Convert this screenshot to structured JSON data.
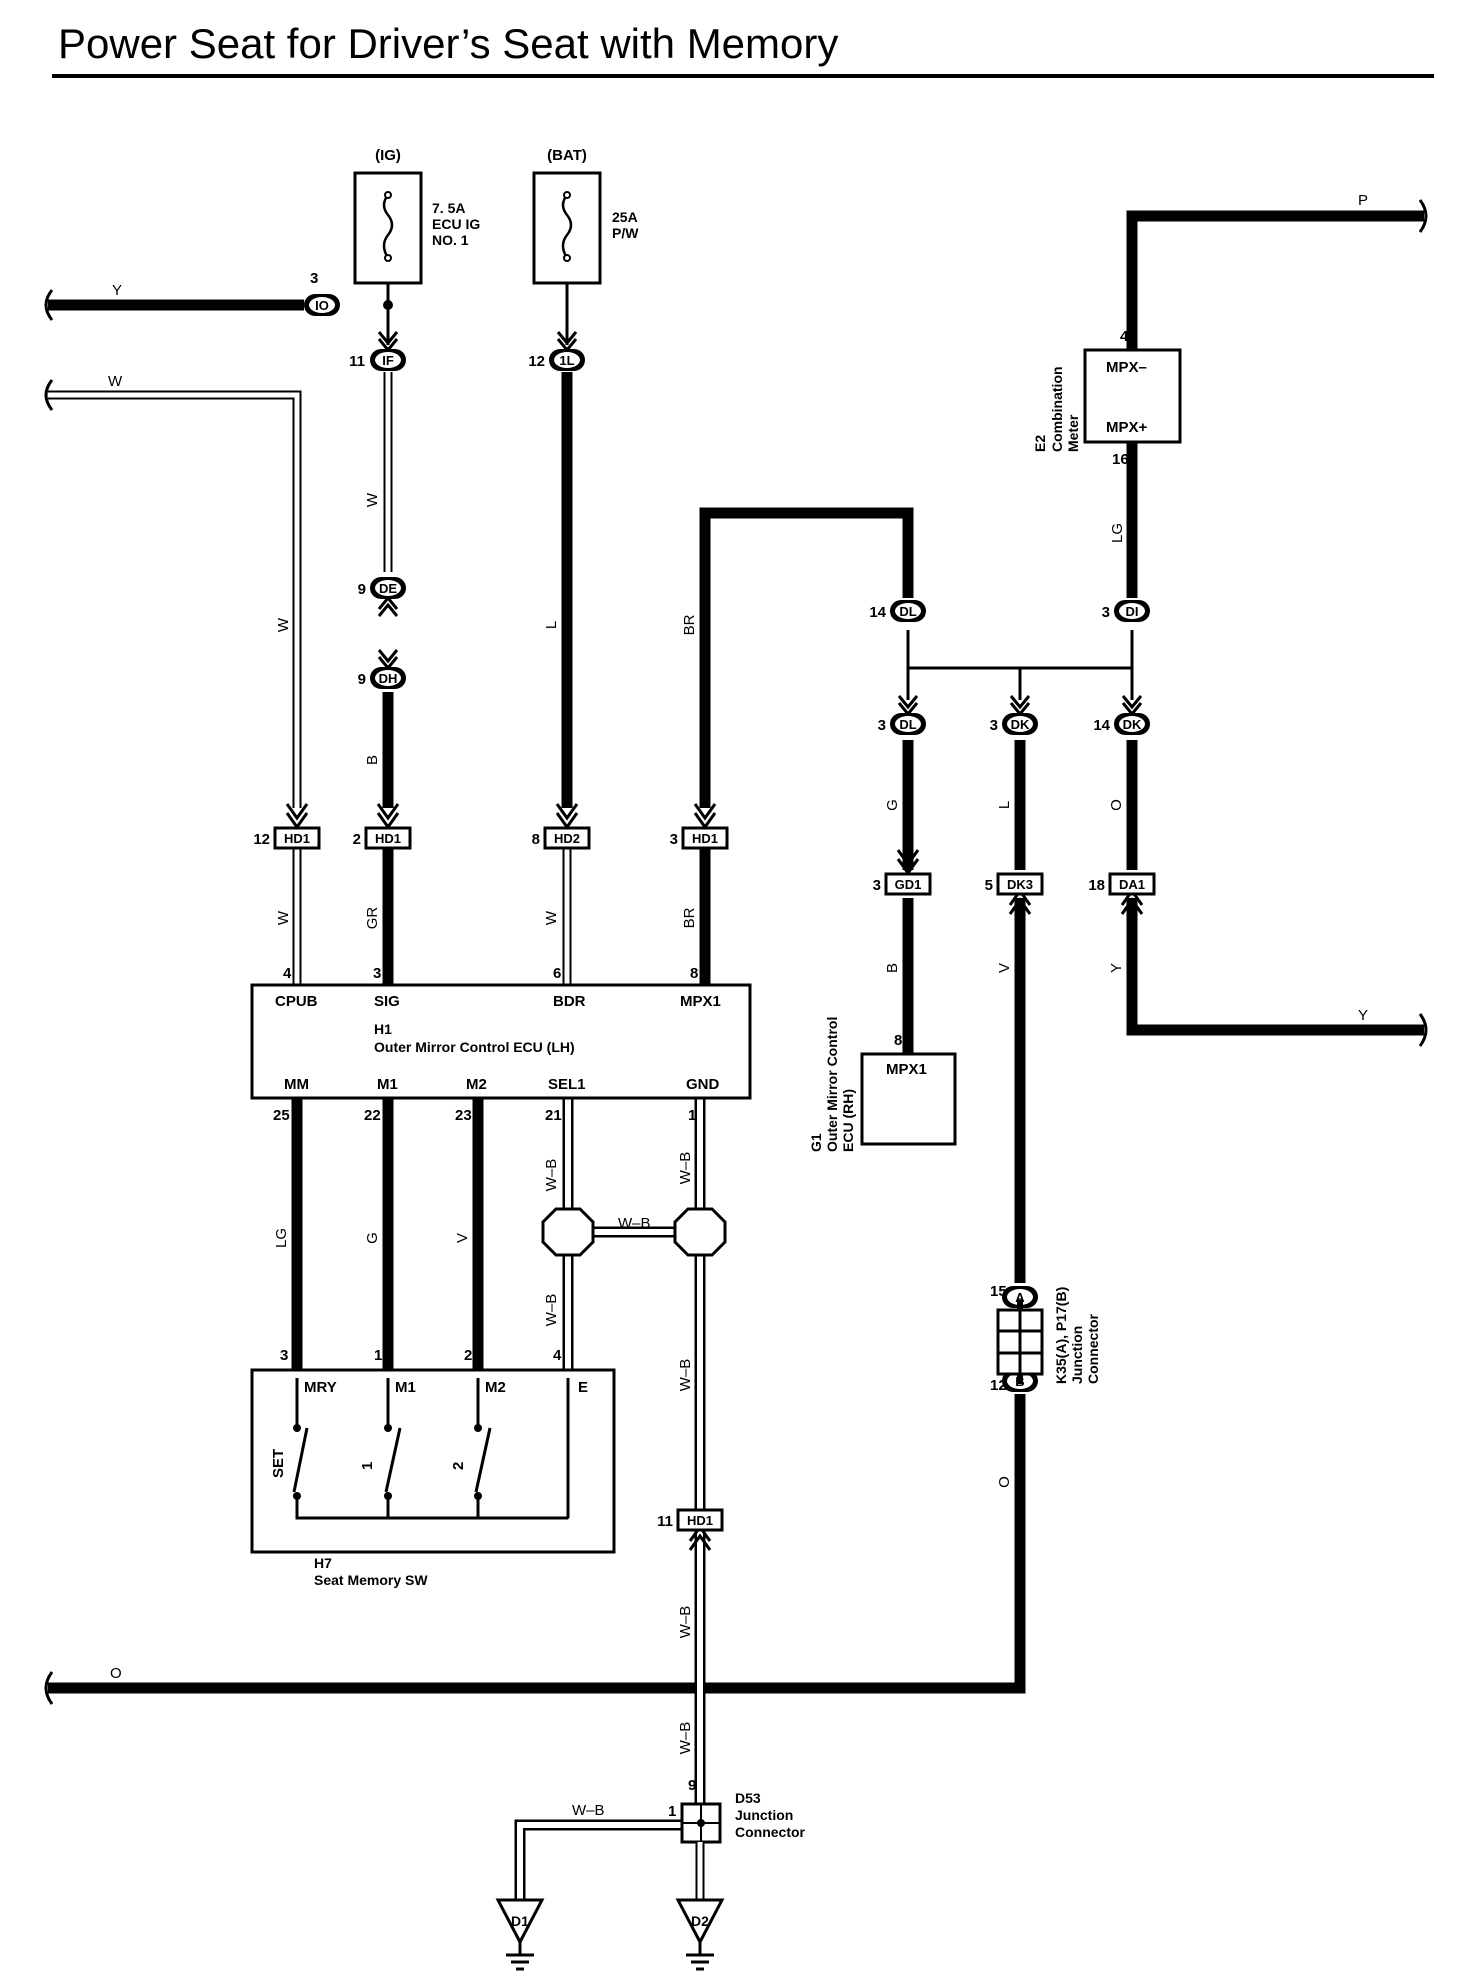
{
  "title": "Power Seat for Driver’s Seat with Memory",
  "power_sources": {
    "ig": "(IG)",
    "bat": "(BAT)"
  },
  "fuses": {
    "ecu_ig_rating": "7. 5A",
    "ecu_ig_name_1": "ECU IG",
    "ecu_ig_name_2": "NO. 1",
    "pw_rating": "25A",
    "pw_name": "P/W"
  },
  "connectors": {
    "IO": "IO",
    "IF": "IF",
    "IL": "1L",
    "DE": "DE",
    "DH": "DH",
    "DL": "DL",
    "DI": "DI",
    "DK": "DK",
    "HD1": "HD1",
    "HD2": "HD2",
    "GD1": "GD1",
    "DK3": "DK3",
    "DA1": "DA1",
    "A": "A",
    "B": "B",
    "D1": "D1",
    "D2": "D2"
  },
  "pins": {
    "io": "3",
    "if": "11",
    "il": "12",
    "de": "9",
    "dh": "9",
    "dl_top": "14",
    "di": "3",
    "dl_bot": "3",
    "dk_mid": "3",
    "dk_right": "14",
    "hd1_w": "12",
    "hd1_b": "2",
    "hd2": "8",
    "hd1_br": "3",
    "gd1": "3",
    "dk3": "5",
    "da1": "18",
    "meter_mpxm": "4",
    "meter_mpxp": "16",
    "cpub": "4",
    "sig": "3",
    "bdr": "6",
    "mpx1": "8",
    "mm": "25",
    "m1": "22",
    "m2": "23",
    "sel1": "21",
    "gnd": "1",
    "sw_mry": "3",
    "sw_m1": "1",
    "sw_m2": "2",
    "sw_e": "4",
    "g1_mpx1": "8",
    "jc_a": "15",
    "jc_b": "12",
    "hd1_gnd": "11",
    "d53_9": "9",
    "d53_1": "1"
  },
  "wire_colors": {
    "y_left": "Y",
    "w_left": "W",
    "w_if": "W",
    "w_hd1": "W",
    "b": "B",
    "gr": "GR",
    "l": "L",
    "w_bdr": "W",
    "br_top": "BR",
    "br_bot": "BR",
    "lg_meter": "LG",
    "p": "P",
    "g": "G",
    "b_g1": "B",
    "l_dk": "L",
    "v_dk3": "V",
    "o_da1": "O",
    "y_right": "Y",
    "lg_mm": "LG",
    "g_m1": "G",
    "v_m2": "V",
    "wb_sel1": "W–B",
    "wb_sel1_low": "W–B",
    "wb_gnd": "W–B",
    "wb_bridge": "W–B",
    "wb_gnd2": "W–B",
    "wb_gnd3": "W–B",
    "wb_gnd4": "W–B",
    "wb_d1": "W–B",
    "o_jc": "O",
    "o_bottom": "O"
  },
  "components": {
    "ecu_code": "H1",
    "ecu_name": "Outer Mirror Control ECU (LH)",
    "ecu_pins": {
      "cpub": "CPUB",
      "sig": "SIG",
      "bdr": "BDR",
      "mpx1": "MPX1",
      "mm": "MM",
      "m1": "M1",
      "m2": "M2",
      "sel1": "SEL1",
      "gnd": "GND"
    },
    "meter_code": "E2",
    "meter_name_1": "Combination",
    "meter_name_2": "Meter",
    "meter_pins": {
      "mpx_minus": "MPX–",
      "mpx_plus": "MPX+"
    },
    "g1_code": "G1",
    "g1_name_1": "Outer Mirror Control",
    "g1_name_2": "ECU (RH)",
    "g1_pin": "MPX1",
    "sw_code": "H7",
    "sw_name": "Seat Memory SW",
    "sw_pins": {
      "mry": "MRY",
      "m1": "M1",
      "m2": "M2",
      "e": "E"
    },
    "sw_labels": {
      "set": "SET",
      "one": "1",
      "two": "2"
    },
    "jc_code": "K35(A), P17(B)",
    "jc_name_1": "Junction",
    "jc_name_2": "Connector",
    "d53_code": "D53",
    "d53_name_1": "Junction",
    "d53_name_2": "Connector"
  }
}
